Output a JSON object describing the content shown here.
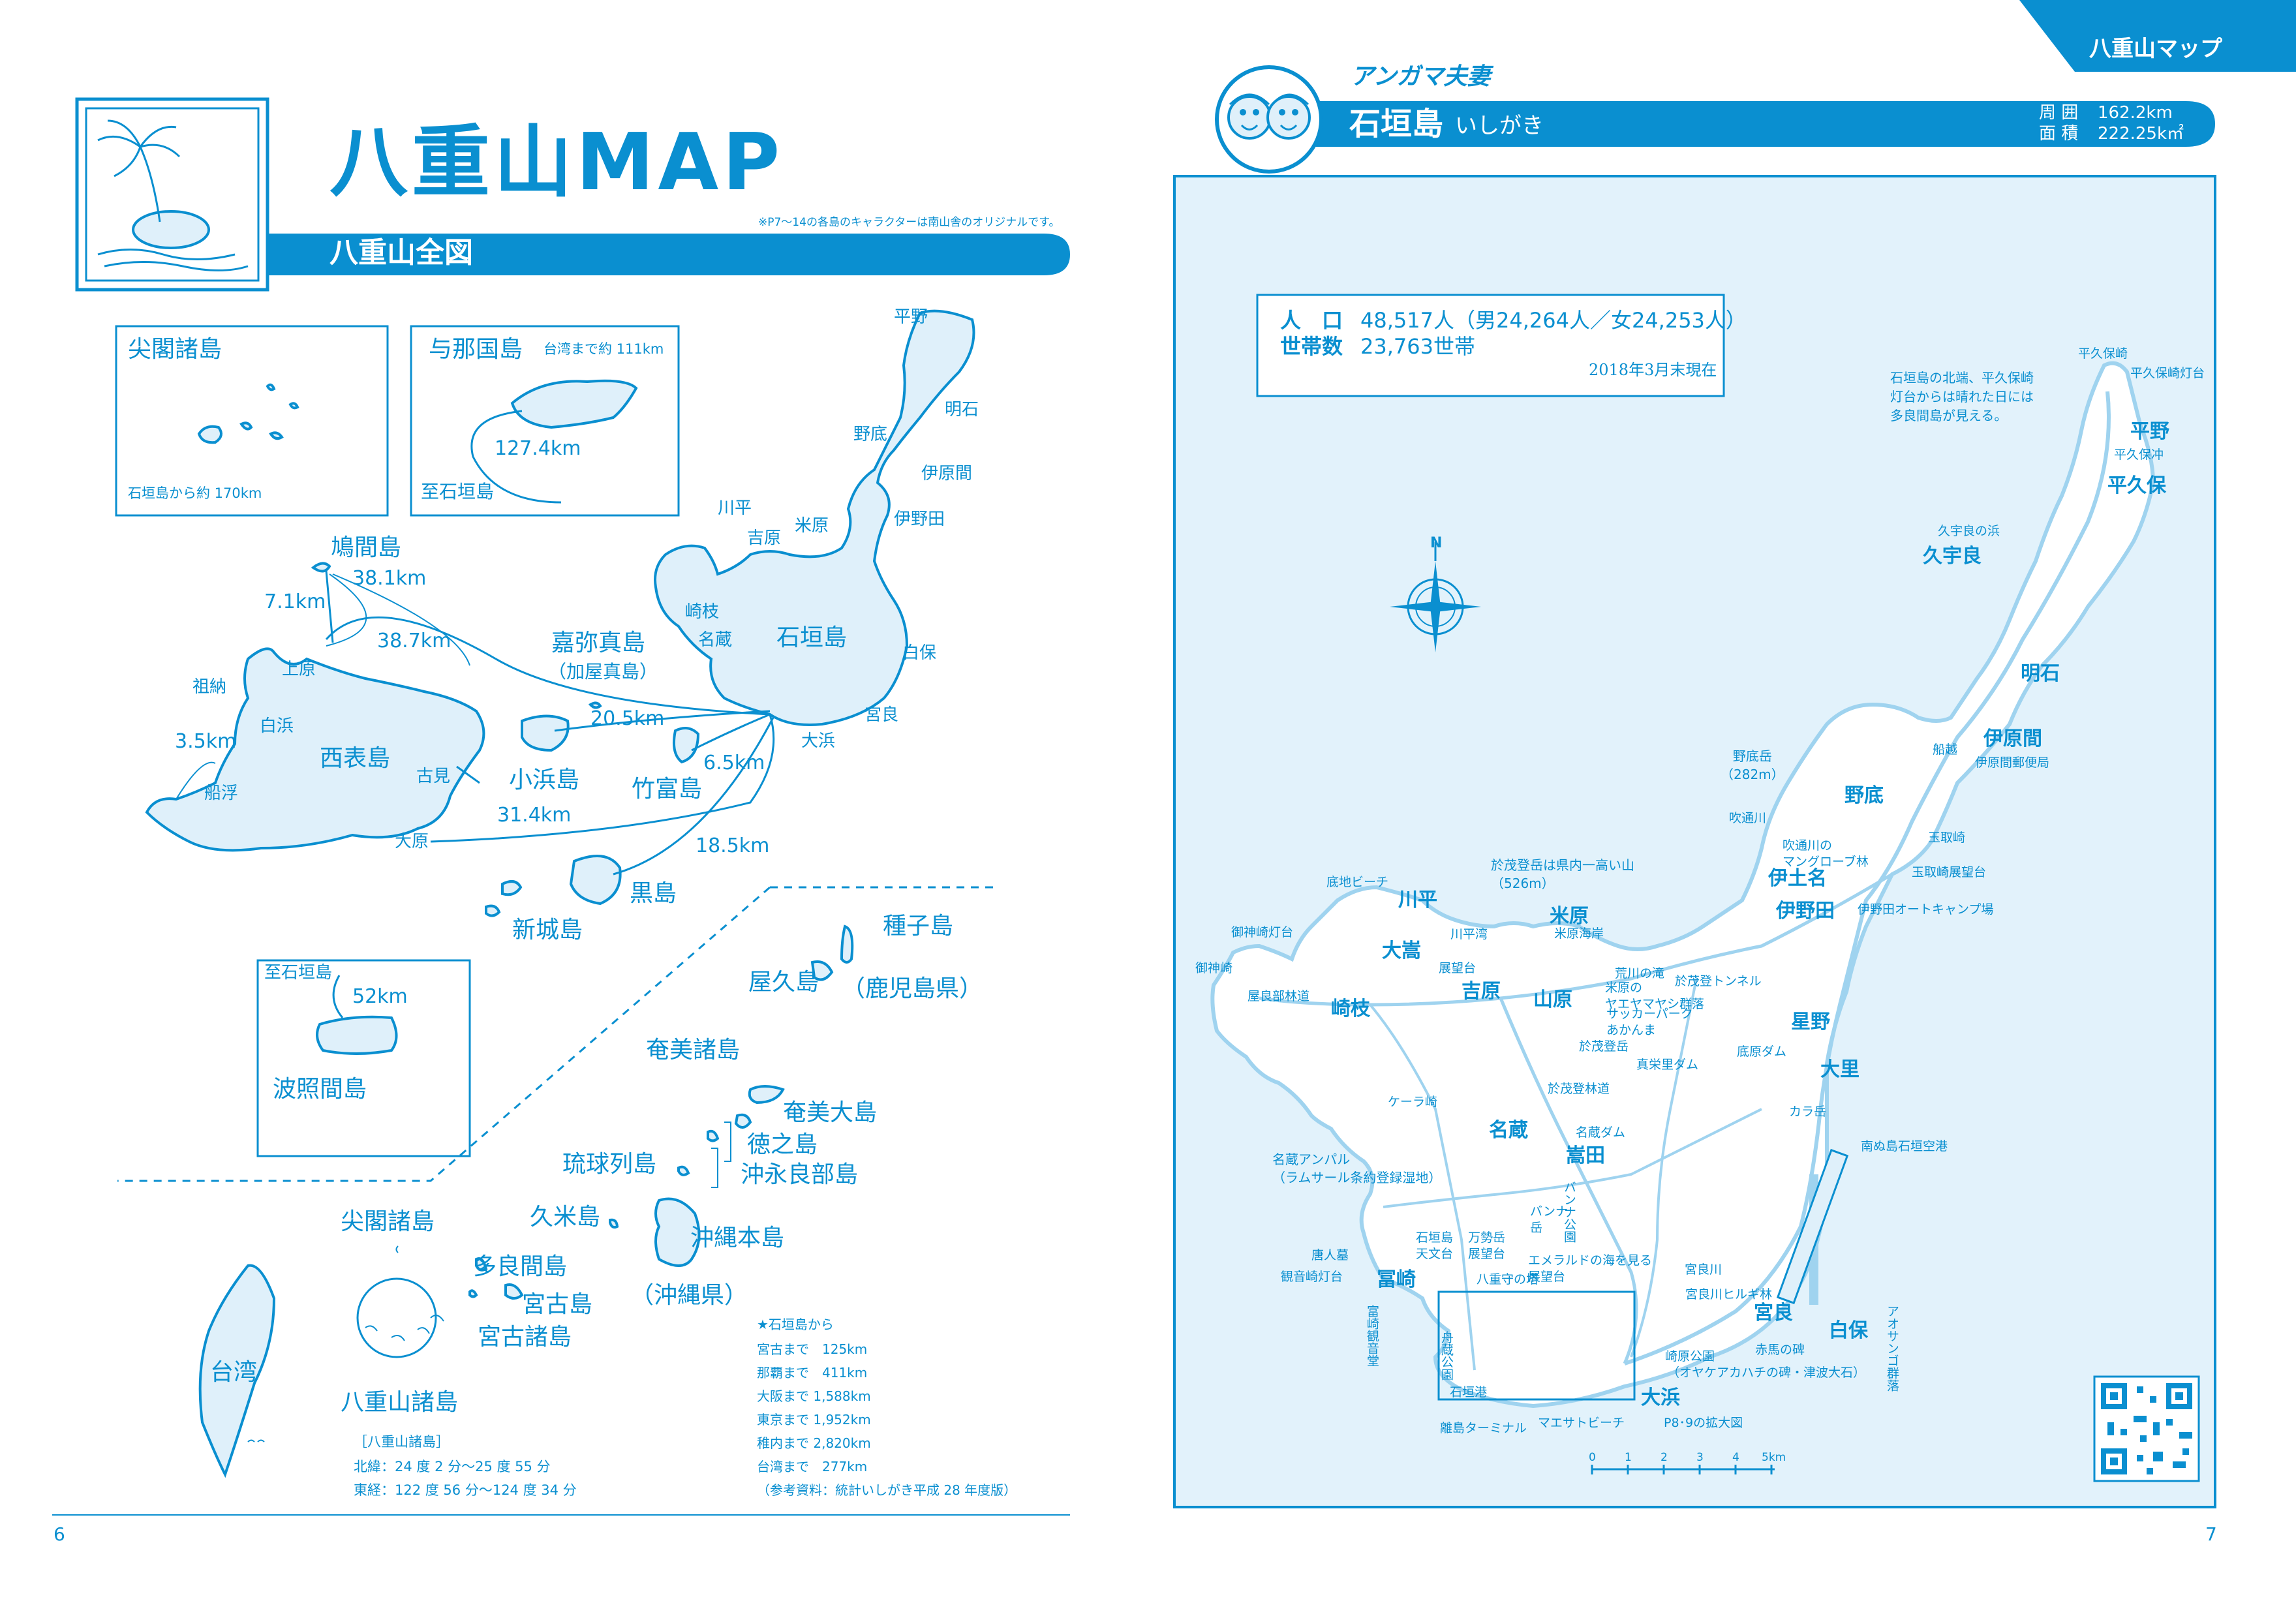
{
  "left": {
    "title": "八重山MAP",
    "note": "※P7～14の各島のキャラクターは南山舎のオリジナルです。",
    "section_title": "八重山全図",
    "page_number": "6",
    "insets": {
      "senkaku": {
        "title": "尖閣諸島",
        "note": "石垣島から約 170km"
      },
      "yonaguni": {
        "title": "与那国島",
        "note": "台湾まで約 111km",
        "distance": "127.4km",
        "to": "至石垣島"
      },
      "hateruma": {
        "title": "波照間島",
        "to": "至石垣島",
        "distance": "52km"
      }
    },
    "islands": {
      "hatoma": "鳩間島",
      "iriomote": "西表島",
      "kohama": "小浜島",
      "taketomi": "竹富島",
      "kuroshima": "黒島",
      "aragusuku": "新城島",
      "ishigaki": "石垣島",
      "kayama": "嘉弥真島",
      "kayama_sub": "（加屋真島）"
    },
    "distances": [
      "38.1km",
      "7.1km",
      "38.7km",
      "20.5km",
      "3.5km",
      "6.5km",
      "31.4km",
      "18.5km"
    ],
    "places": [
      "平野",
      "明石",
      "野底",
      "伊原間",
      "伊野田",
      "川平",
      "米原",
      "吉原",
      "崎枝",
      "名蔵",
      "白保",
      "宮良",
      "大浜",
      "上原",
      "祖納",
      "白浜",
      "船浮",
      "古見",
      "大原"
    ],
    "region": {
      "tanegashima": "種子島",
      "yakushima": "屋久島",
      "kagoshima": "（鹿児島県）",
      "amami_shoto": "奄美諸島",
      "amami_oshima": "奄美大島",
      "tokunoshima": "徳之島",
      "okinoerabu": "沖永良部島",
      "ryukyu": "琉球列島",
      "kumejima": "久米島",
      "okinawa_honto": "沖縄本島",
      "okinawa_ken": "（沖縄県）",
      "senkaku": "尖閣諸島",
      "taramajima": "多良間島",
      "miyakojima": "宮古島",
      "miyako_shoto": "宮古諸島",
      "taiwan": "台湾",
      "yaeyama_shoto": "八重山諸島"
    },
    "coords": {
      "title": "［八重山諸島］",
      "lat": "北緯：24 度 2 分～25 度 55 分",
      "lon": "東経：122 度 56 分～124 度 34 分"
    },
    "from_ishigaki": {
      "title": "★石垣島から",
      "rows": [
        "宮古まで　125km",
        "那覇まで　411km",
        "大阪まで 1,588km",
        "東京まで 1,952km",
        "稚内まで 2,820km",
        "台湾まで　277km"
      ],
      "source": "（参考資料：統計いしがき平成 28 年度版）"
    }
  },
  "right": {
    "tab": "八重山マップ",
    "brand": "アンガマ夫妻",
    "island_name": "石垣島",
    "reading": "いしがき",
    "stats": [
      {
        "label": "周 囲",
        "value": "162.2km"
      },
      {
        "label": "面 積",
        "value": "222.25k㎡"
      }
    ],
    "population": {
      "label1": "人　口",
      "value1": "48,517人（男24,264人／女24,253人）",
      "label2": "世帯数",
      "value2": "23,763世帯",
      "date": "2018年3月末現在"
    },
    "compass": "N",
    "page_number": "7",
    "scale": {
      "ticks": [
        "0",
        "1",
        "2",
        "3",
        "4",
        "5km"
      ]
    },
    "notes": {
      "hirakubo": "石垣島の北端、平久保崎\n灯台からは晴れた日には\n多良間島が見える。",
      "omoto": "於茂登岳は県内一高い山\n（526m）",
      "nagura": "名蔵アンパル\n（ラムサール条約登録湿地）",
      "nosoko": "野底岳\n（282m）"
    },
    "labels_large": [
      "平野",
      "平久保",
      "久宇良",
      "明石",
      "伊原間",
      "野底",
      "伊土名",
      "伊野田",
      "星野",
      "大里",
      "川平",
      "米原",
      "大嵩",
      "吉原",
      "山原",
      "崎枝",
      "名蔵",
      "嵩田",
      "冨崎",
      "宮良",
      "白保",
      "大浜"
    ],
    "labels_small": [
      "平久保崎",
      "平久保崎灯台",
      "平久保冲",
      "久宇良の浜",
      "船越",
      "伊原間郵便局",
      "玉取崎",
      "玉取崎展望台",
      "伊野田オートキャンプ場",
      "吹通川",
      "吹通川の\nマングローブ林",
      "於茂登トンネル",
      "底地ビーチ",
      "川平湾",
      "御神崎灯台",
      "御神崎",
      "屋良部林道",
      "展望台",
      "米原海岸",
      "荒川の滝",
      "米原の\nヤエヤマヤシ群落",
      "サッカーパーク\nあかんま",
      "於茂登岳",
      "底原ダム",
      "真栄里ダム",
      "於茂登林道",
      "ケーラ崎",
      "名蔵ダム",
      "カラ岳",
      "南ぬ島石垣空港",
      "唐人墓",
      "観音崎灯台",
      "石垣島\n天文台",
      "万勢岳\n展望台",
      "バンナ\n岳",
      "バンナ公園",
      "八重守の塔",
      "エメラルドの海を見る\n展望台",
      "宮良川",
      "宮良川ヒルギ林",
      "赤馬の碑",
      "崎原公園",
      "（オヤケアカハチの碑・津波大石）",
      "舟蔵公園",
      "富崎観音堂",
      "石垣港",
      "離島ターミナル",
      "マエサトビーチ",
      "P8･9の拡大図",
      "アオサンゴ群落"
    ]
  }
}
